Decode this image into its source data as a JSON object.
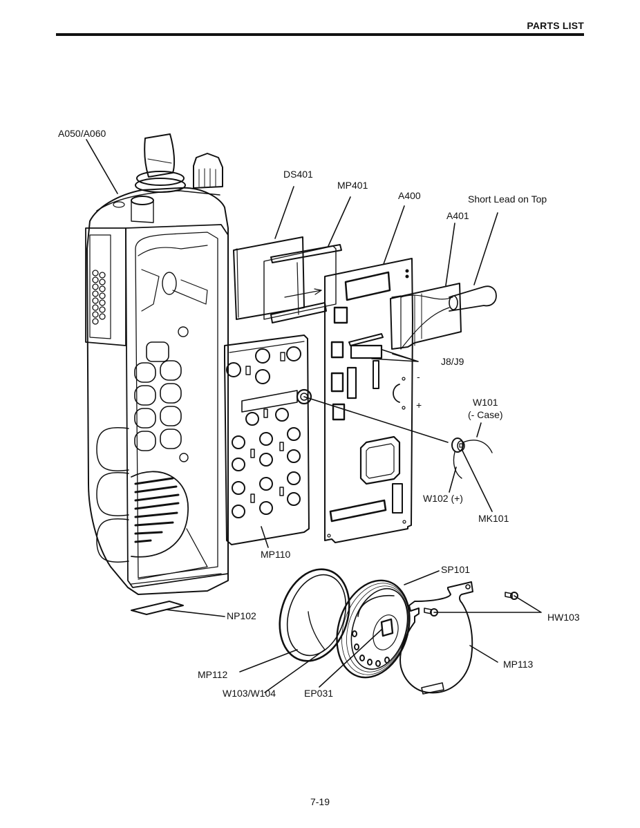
{
  "header": {
    "title": "PARTS LIST"
  },
  "page_number": "7-19",
  "diagram": {
    "subject": "Exploded view of handheld radio",
    "callouts": {
      "a050_a060": "A050/A060",
      "ds401": "DS401",
      "mp401": "MP401",
      "a400": "A400",
      "a401": "A401",
      "short_lead": "Short Lead on Top",
      "j8_j9": "J8/J9",
      "minus": "-",
      "plus": "+",
      "w101": "W101",
      "w101_note": "(- Case)",
      "w102": "W102 (+)",
      "mk101": "MK101",
      "mp110": "MP110",
      "sp101": "SP101",
      "np102": "NP102",
      "hw103": "HW103",
      "mp113": "MP113",
      "mp112": "MP112",
      "w103_w104": "W103/W104",
      "ep031": "EP031"
    }
  }
}
